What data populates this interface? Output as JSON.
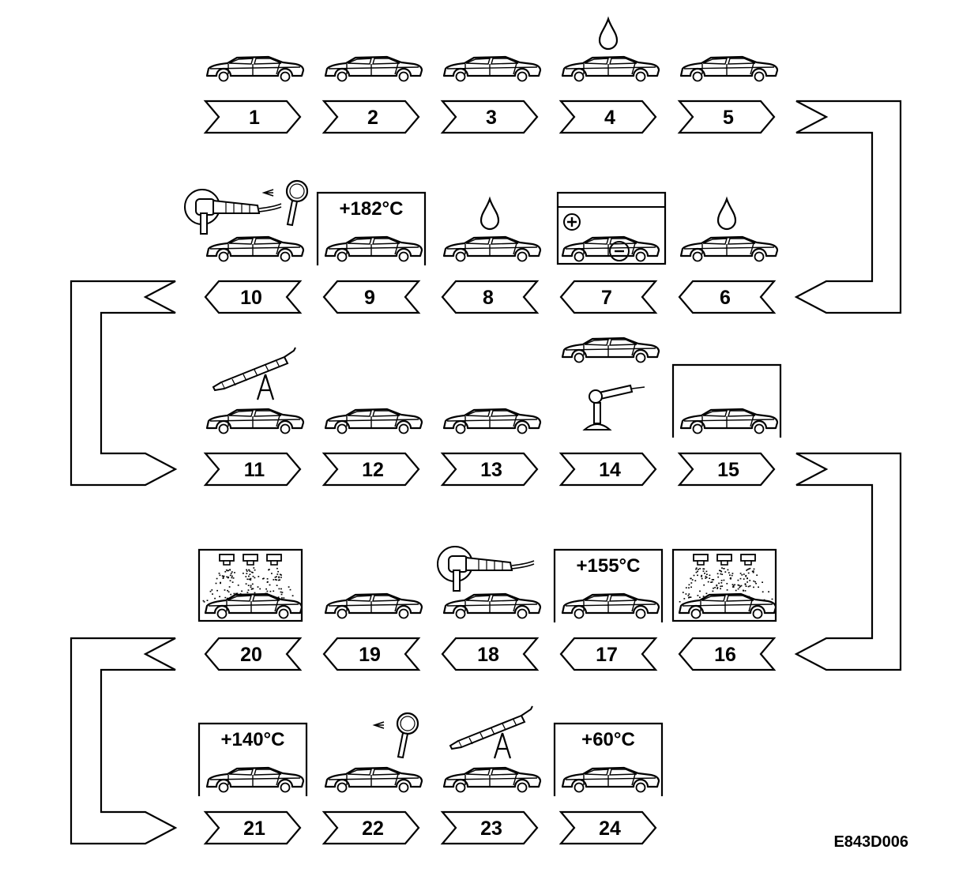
{
  "diagram": {
    "reference_code": "E843D006",
    "rows": [
      {
        "direction": "right",
        "steps": [
          {
            "number": "1",
            "icon": "car-body-icon"
          },
          {
            "number": "2",
            "icon": "car-body-icon"
          },
          {
            "number": "3",
            "icon": "car-body-icon"
          },
          {
            "number": "4",
            "icon": "drop-icon"
          },
          {
            "number": "5",
            "icon": "car-body-icon"
          }
        ]
      },
      {
        "direction": "left",
        "steps": [
          {
            "number": "6",
            "icon": "drop-icon"
          },
          {
            "number": "7",
            "icon": "electro-dip-tank-icon"
          },
          {
            "number": "8",
            "icon": "drop-icon"
          },
          {
            "number": "9",
            "icon": "oven-icon",
            "temperature": "+182°C"
          },
          {
            "number": "10",
            "icon": "sander-magnifier-icon"
          }
        ]
      },
      {
        "direction": "right",
        "steps": [
          {
            "number": "11",
            "icon": "sealant-gun-icon"
          },
          {
            "number": "12",
            "icon": "car-body-icon"
          },
          {
            "number": "13",
            "icon": "car-body-icon"
          },
          {
            "number": "14",
            "icon": "underbody-spray-icon"
          },
          {
            "number": "15",
            "icon": "booth-icon"
          }
        ]
      },
      {
        "direction": "left",
        "steps": [
          {
            "number": "16",
            "icon": "spray-booth-icon"
          },
          {
            "number": "17",
            "icon": "oven-icon",
            "temperature": "+155°C"
          },
          {
            "number": "18",
            "icon": "sander-icon"
          },
          {
            "number": "19",
            "icon": "car-body-icon"
          },
          {
            "number": "20",
            "icon": "spray-booth-icon"
          }
        ]
      },
      {
        "direction": "right",
        "steps": [
          {
            "number": "21",
            "icon": "oven-icon",
            "temperature": "+140°C"
          },
          {
            "number": "22",
            "icon": "magnifier-icon"
          },
          {
            "number": "23",
            "icon": "sealant-gun-icon"
          },
          {
            "number": "24",
            "icon": "oven-icon",
            "temperature": "+60°C"
          }
        ]
      }
    ]
  }
}
